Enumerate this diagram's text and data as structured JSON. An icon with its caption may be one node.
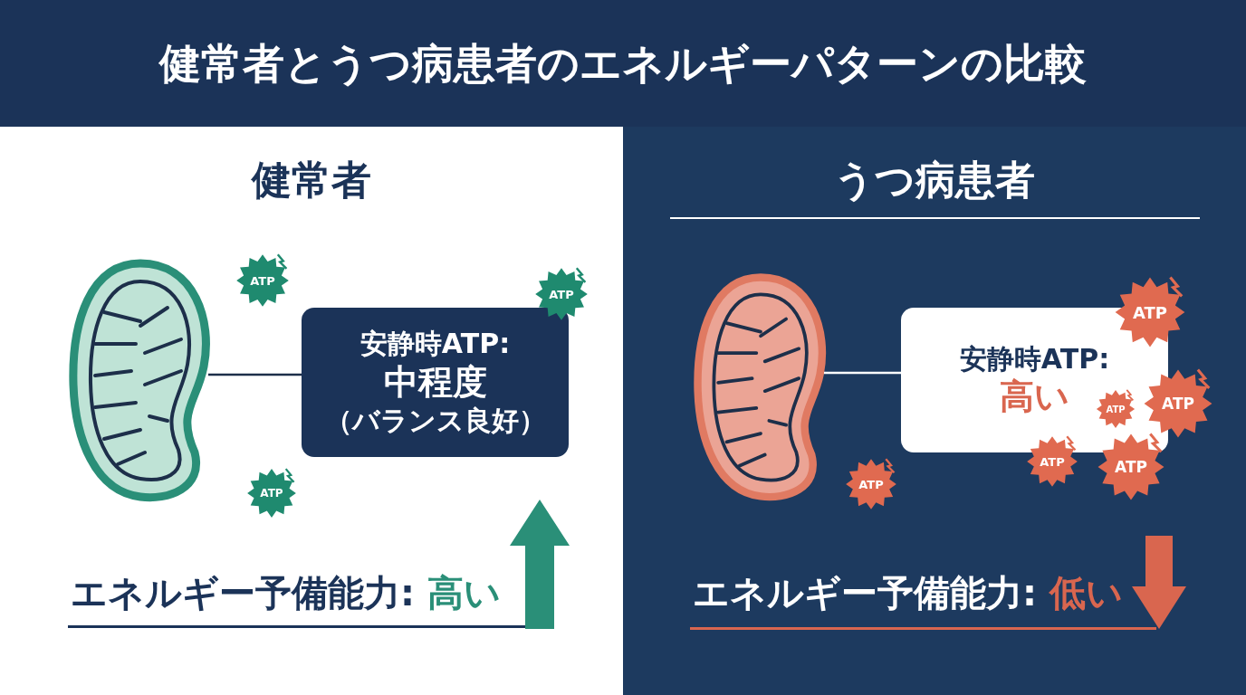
{
  "diagram": {
    "title": "健常者とうつ病患者のエネルギーパターンの比較",
    "nodes": [
      {
        "text": [
          "健常者"
        ]
      },
      {
        "text": [],
        "shape": "picture",
        "in": 0
      },
      {
        "text": [
          "安静時ATP:",
          "中程度",
          "（バランス良好）"
        ],
        "in": 0
      },
      {
        "text": [
          "ATP"
        ],
        "in": 0
      },
      {
        "text": [
          "ATP"
        ],
        "in": 0
      },
      {
        "text": [
          "ATP"
        ],
        "in": 0
      },
      {
        "text": [
          "うつ病患者"
        ]
      },
      {
        "text": [],
        "shape": "picture",
        "in": 6
      },
      {
        "text": [
          "安静時ATP:",
          "高い"
        ],
        "in": 6
      },
      {
        "text": [
          "ATP"
        ],
        "in": 6
      },
      {
        "text": [
          "ATP"
        ],
        "in": 8
      },
      {
        "text": [
          "ATP"
        ],
        "in": 6
      },
      {
        "text": [
          "ATP"
        ],
        "in": 6
      },
      {
        "text": [
          "ATP"
        ],
        "in": 6
      },
      {
        "text": [
          "ATP"
        ],
        "in": 6
      }
    ],
    "edges": [
      {
        "from": 1,
        "to": 2,
        "arrow": "none"
      },
      {
        "from": 7,
        "to": 8,
        "arrow": "none",
        "color": "#ffffff"
      }
    ],
    "labels": [
      "エネルギー予備能力:",
      "高い",
      "エネルギー予備能力:",
      "低い"
    ]
  }
}
